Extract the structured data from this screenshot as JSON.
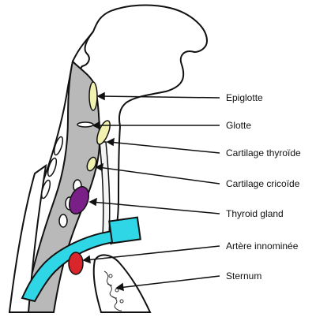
{
  "labels": {
    "epiglotte": "Epiglotte",
    "glotte": "Glotte",
    "cartilage_thyroide": "Cartilage thyroïde",
    "cartilage_cricoide": "Cartilage cricoïde",
    "thyroid_gland": "Thyroid gland",
    "artere_innominee": "Artère innominée",
    "sternum": "Sternum"
  },
  "colors": {
    "outline": "#111111",
    "airway": "#b9b9b9",
    "cartilage": "#f2f2b0",
    "thyroid": "#7a1f87",
    "artery": "#d8262b",
    "vessel": "#2fd6e6",
    "background": "#ffffff"
  }
}
